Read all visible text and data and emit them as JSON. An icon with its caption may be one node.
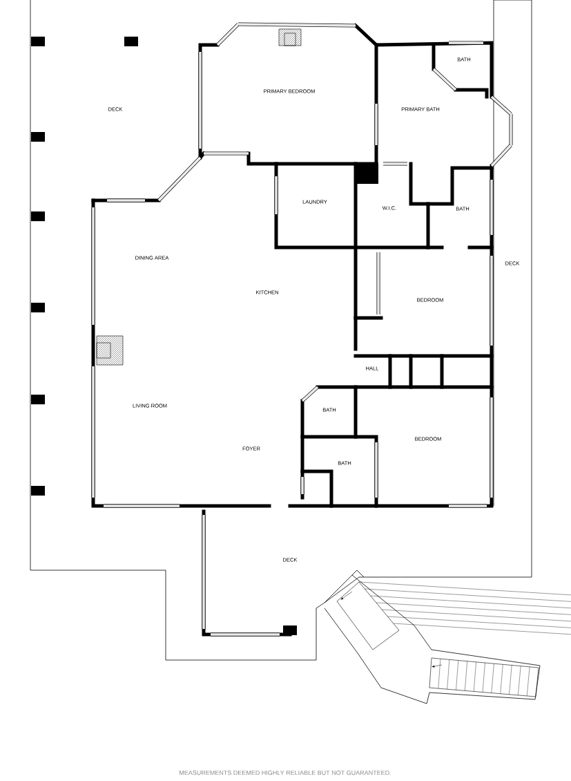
{
  "diagram": {
    "labels": [
      "DECK",
      "PRIMARY BEDROOM",
      "BATH",
      "PRIMARY BATH",
      "LAUNDRY",
      "W.I.C.",
      "BATH",
      "DINING AREA",
      "KITCHEN",
      "DECK",
      "BEDROOM",
      "HALL",
      "BATH",
      "LIVING ROOM",
      "BEDROOM",
      "FOYER",
      "BATH",
      "DECK",
      "MEASUREMENTS DEEMED HIGHLY RELIABLE BUT NOT GUARANTEED."
    ]
  }
}
